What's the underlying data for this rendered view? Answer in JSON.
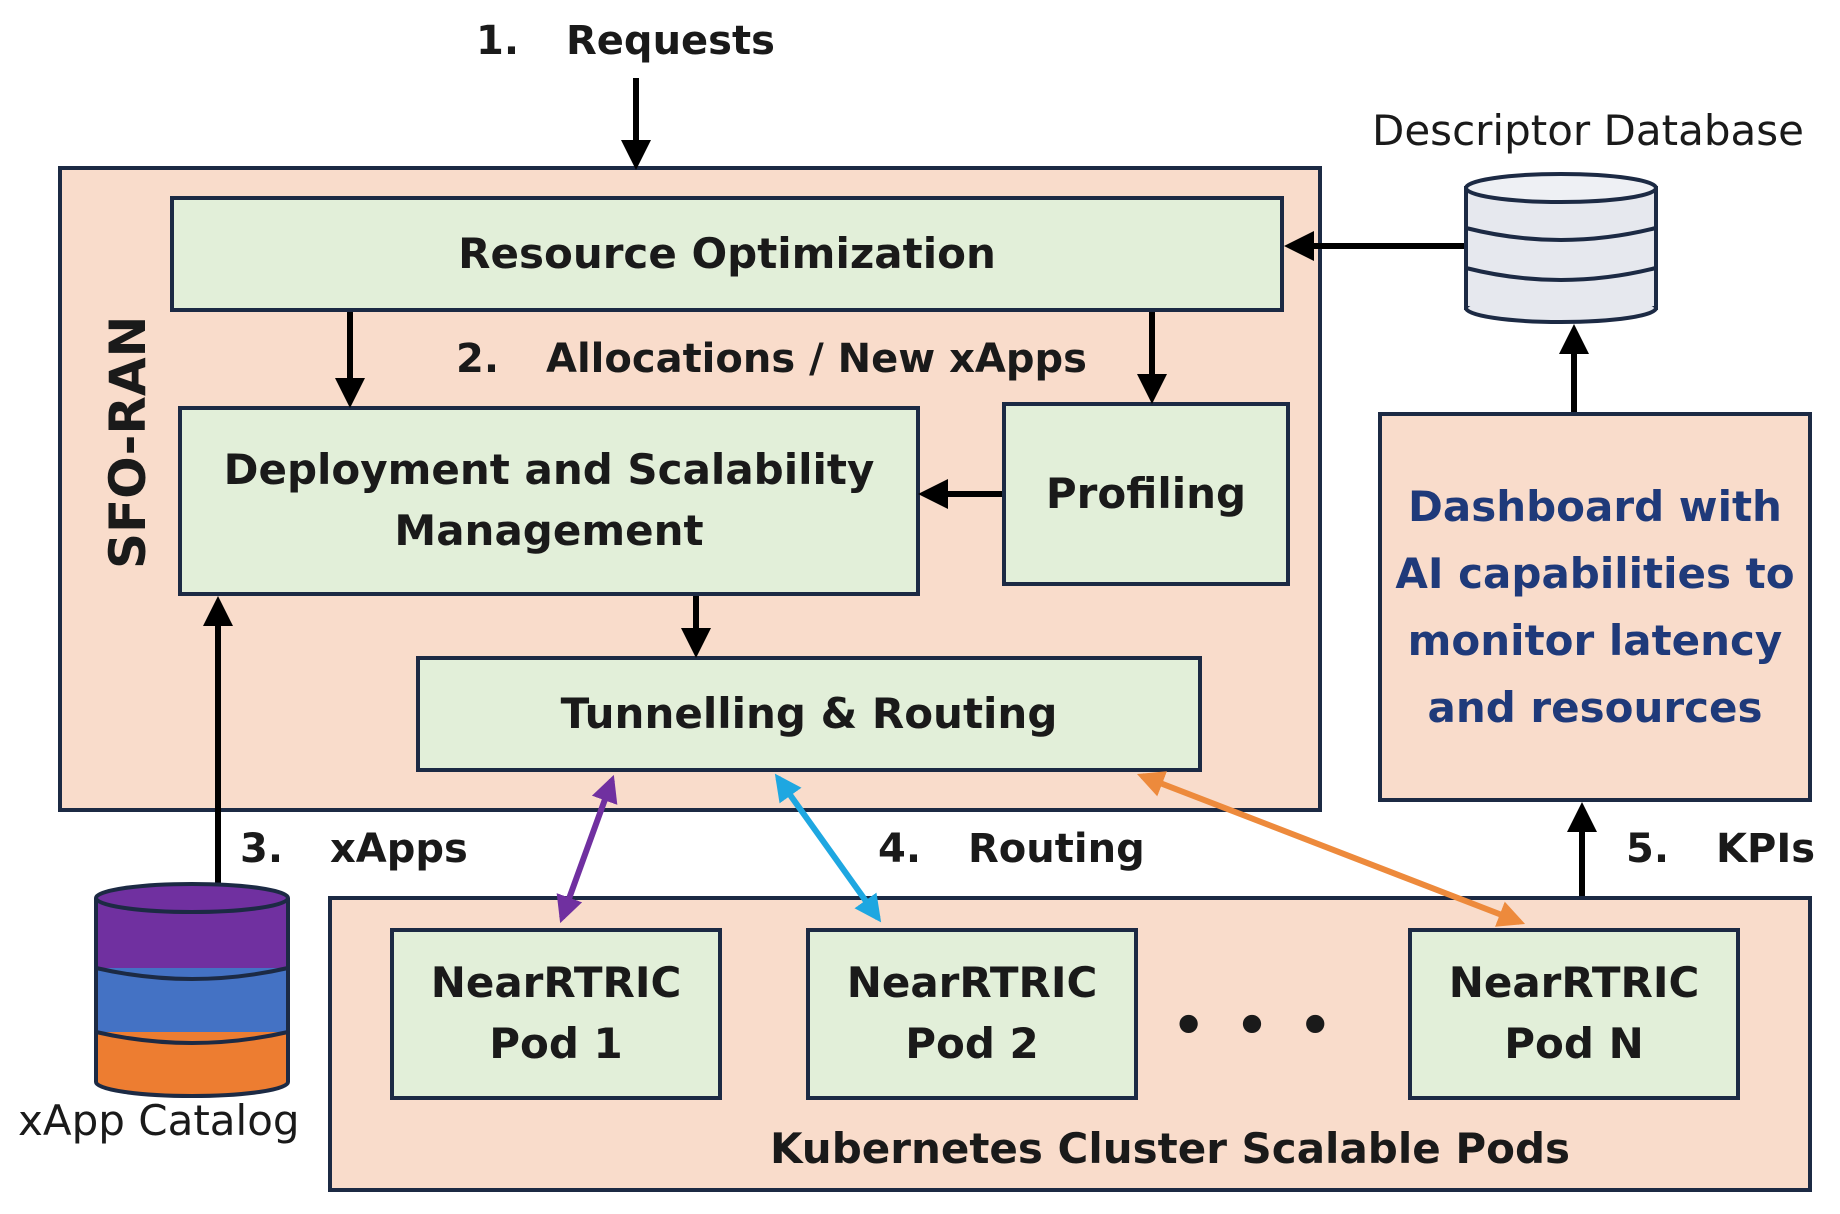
{
  "steps": {
    "requests": {
      "num": "1.",
      "text": "Requests"
    },
    "allocations": {
      "num": "2.",
      "text": "Allocations / New xApps"
    },
    "xapps": {
      "num": "3.",
      "text": "xApps"
    },
    "routing": {
      "num": "4.",
      "text": "Routing"
    },
    "kpis": {
      "num": "5.",
      "text": "KPIs"
    }
  },
  "sfo_ran": {
    "label": "SFO-RAN",
    "resource_optimization": "Resource Optimization",
    "deployment_line1": "Deployment and Scalability",
    "deployment_line2": "Management",
    "profiling": "Profiling",
    "tunnelling": "Tunnelling & Routing"
  },
  "descriptor_database": "Descriptor Database",
  "xapp_catalog": "xApp Catalog",
  "dashboard": {
    "line1": "Dashboard with",
    "line2": "AI capabilities to",
    "line3": "monitor latency",
    "line4": "and resources"
  },
  "cluster": {
    "label": "Kubernetes Cluster Scalable Pods",
    "pods": [
      {
        "line1": "NearRTRIC",
        "line2": "Pod 1"
      },
      {
        "line1": "NearRTRIC",
        "line2": "Pod 2"
      },
      {
        "line1": "NearRTRIC",
        "line2": "Pod N"
      }
    ],
    "ellipsis": "• • •"
  },
  "colors": {
    "panel_fill": "#f9dccb",
    "box_fill": "#e2efd9",
    "border": "#1c2a44",
    "dashboard_text": "#1f3a7a",
    "arrow_pod1": "#7030a0",
    "arrow_pod2": "#1ea7e1",
    "arrow_podN": "#ed8a3c",
    "catalog_top": "#7030a0",
    "catalog_mid": "#4472c4",
    "catalog_bottom": "#ed7d31",
    "db_fill": "#e6e8ee"
  }
}
